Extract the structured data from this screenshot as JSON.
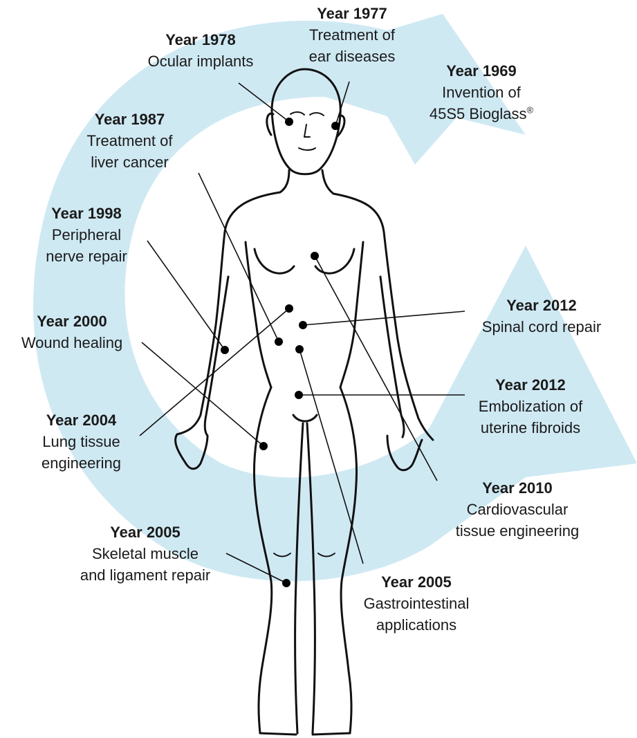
{
  "colors": {
    "arrow_fill": "#cfe9f3",
    "body_line": "#111111",
    "marker": "#000000",
    "text": "#1a1a1a"
  },
  "milestones": [
    {
      "id": "y1977",
      "year": "Year 1977",
      "description": "Treatment of\near diseases"
    },
    {
      "id": "y1978",
      "year": "Year 1978",
      "description": "Ocular implants"
    },
    {
      "id": "y1969",
      "year": "Year 1969",
      "description": "Invention of\n45S5 Bioglass",
      "mark": "®"
    },
    {
      "id": "y1987",
      "year": "Year 1987",
      "description": "Treatment of\nliver cancer"
    },
    {
      "id": "y1998",
      "year": "Year 1998",
      "description": "Peripheral\nnerve repair"
    },
    {
      "id": "y2000",
      "year": "Year 2000",
      "description": "Wound healing"
    },
    {
      "id": "y2004",
      "year": "Year 2004",
      "description": "Lung tissue\nengineering"
    },
    {
      "id": "y2005a",
      "year": "Year 2005",
      "description": "Skeletal muscle\nand ligament repair"
    },
    {
      "id": "y2005b",
      "year": "Year 2005",
      "description": "Gastrointestinal\napplications"
    },
    {
      "id": "y2010",
      "year": "Year 2010",
      "description": "Cardiovascular\ntissue engineering"
    },
    {
      "id": "y2012a",
      "year": "Year 2012",
      "description": "Embolization of\nuterine fibroids"
    },
    {
      "id": "y2012b",
      "year": "Year 2012",
      "description": "Spinal cord repair"
    }
  ]
}
